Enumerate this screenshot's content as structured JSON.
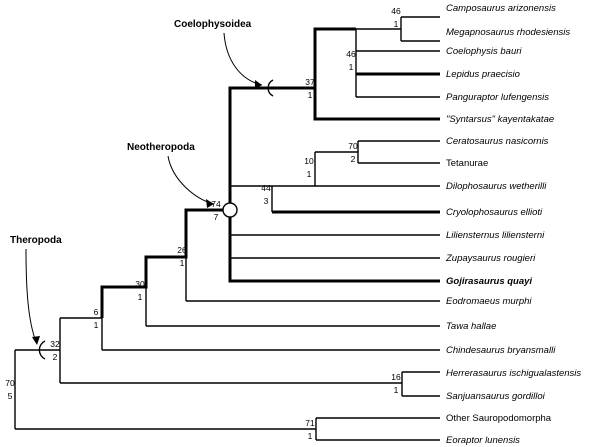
{
  "clade_labels": {
    "coelophysoidea": "Coelophysoidea",
    "neotheropoda": "Neotheropoda",
    "theropoda": "Theropoda"
  },
  "taxa": [
    {
      "name": "Camposaurus arizonensis"
    },
    {
      "name": "Megapnosaurus rhodesiensis"
    },
    {
      "name": "Coelophysis bauri"
    },
    {
      "name": "Lepidus praecisio"
    },
    {
      "name": "Panguraptor lufengensis"
    },
    {
      "name": "\"Syntarsus\" kayentakatae"
    },
    {
      "name": "Ceratosaurus nasicornis"
    },
    {
      "name": "Tetanurae",
      "upright": true
    },
    {
      "name": "Dilophosaurus wetherilli"
    },
    {
      "name": "Cryolophosaurus ellioti"
    },
    {
      "name": "Liliensternus liliensterni"
    },
    {
      "name": "Zupaysaurus rougieri"
    },
    {
      "name": "Gojirasaurus quayi",
      "bold": true
    },
    {
      "name": "Eodromaeus murphi"
    },
    {
      "name": "Tawa hallae"
    },
    {
      "name": "Chindesaurus bryansmalli"
    },
    {
      "name": "Herrerasaurus ischigualastensis"
    },
    {
      "name": "Sanjuansaurus gordilloi"
    },
    {
      "name": "Other Sauropodomorpha",
      "upright": true
    },
    {
      "name": "Eoraptor lunensis"
    }
  ],
  "nodes": [
    {
      "id": "camposaurus-megapnosaurus",
      "top": "46",
      "bottom": "1"
    },
    {
      "id": "coelophysid-group",
      "top": "46",
      "bottom": "1"
    },
    {
      "id": "coelophysoidea",
      "top": "37",
      "bottom": "1"
    },
    {
      "id": "ceratosaurus-tetanurae",
      "top": "70",
      "bottom": "2"
    },
    {
      "id": "dilophosaurus-group",
      "top": "10",
      "bottom": "1"
    },
    {
      "id": "averostra-group",
      "top": "44",
      "bottom": "3"
    },
    {
      "id": "neotheropoda",
      "top": "74",
      "bottom": "7"
    },
    {
      "id": "eodromaeus-group",
      "top": "26",
      "bottom": "1"
    },
    {
      "id": "tawa-group",
      "top": "30",
      "bottom": "1"
    },
    {
      "id": "chindesaurus-group",
      "top": "6",
      "bottom": "1"
    },
    {
      "id": "theropoda",
      "top": "32",
      "bottom": "2"
    },
    {
      "id": "herrerasauridae",
      "top": "16",
      "bottom": "1"
    },
    {
      "id": "root",
      "top": "70",
      "bottom": "5"
    },
    {
      "id": "sauropodomorpha",
      "top": "71",
      "bottom": "1"
    }
  ]
}
